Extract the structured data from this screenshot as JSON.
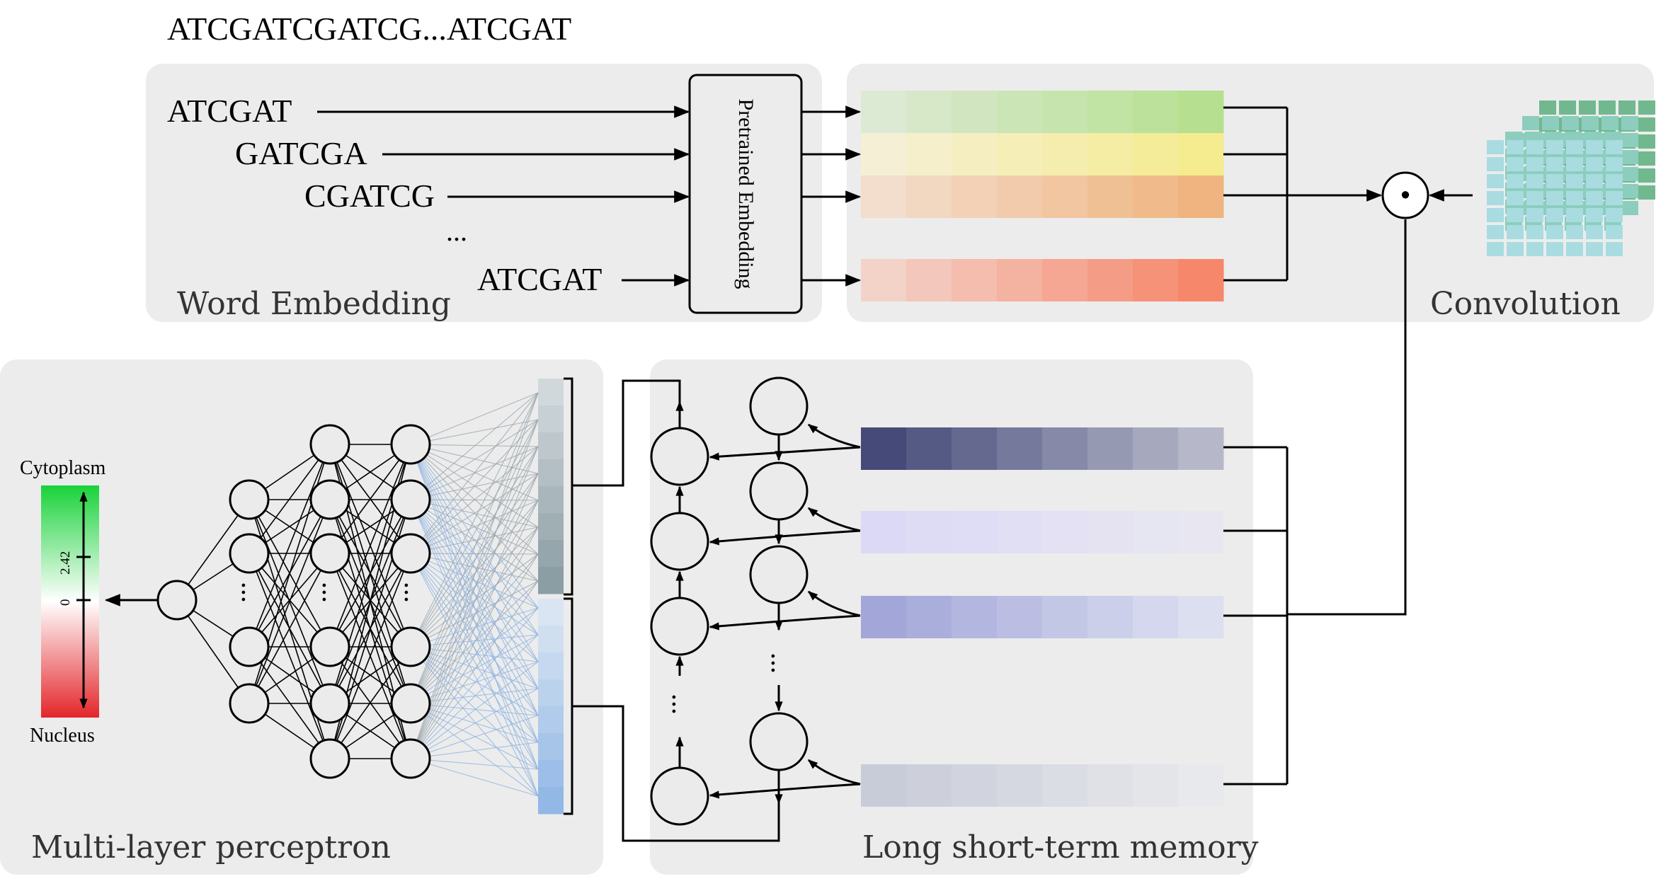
{
  "sequence": "ATCGATCGATCG...ATCGAT",
  "word_embedding": {
    "title": "Word Embedding",
    "tokens": [
      "ATCGAT",
      "GATCGA",
      "CGATCG",
      "ATCGAT"
    ],
    "ellipsis": "...",
    "pretrained_label": "Pretrained Embedding"
  },
  "convolution": {
    "title": "Convolution",
    "operator": "•"
  },
  "lstm": {
    "title": "Long short-term memory",
    "ellipsis": "..."
  },
  "mlp": {
    "title": "Multi-layer perceptron",
    "ellipsis": "..."
  },
  "scale": {
    "top_label": "Cytoplasm",
    "bottom_label": "Nucleus",
    "tick_high": "2.42",
    "tick_zero": "0"
  },
  "colors": {
    "row_green": [
      "#dce9d3",
      "#b6e090"
    ],
    "row_yellow": [
      "#f5efd6",
      "#f4ec8e"
    ],
    "row_orange": [
      "#f3ddcc",
      "#efb47f"
    ],
    "row_red": [
      "#f3d2c8",
      "#f6876b"
    ],
    "lstm_row1": [
      "#454a79",
      "#b6b8c9"
    ],
    "lstm_row2": [
      "#dcd9f6",
      "#e8e7f1"
    ],
    "lstm_row3": [
      "#a2a6d8",
      "#dcdff0"
    ],
    "lstm_row4": [
      "#c8ccd8",
      "#e8e9ec"
    ],
    "mlp_bar_top": [
      "#d1d8dc",
      "#8b9ea4"
    ],
    "mlp_bar_bottom": [
      "#d9e5f2",
      "#92b8e6"
    ],
    "scale_top": "#19d23a",
    "scale_bottom": "#e3262a",
    "conv_front": "#a8dce0",
    "conv_mid": "#8ccdbd",
    "conv_back": "#71b88f"
  }
}
